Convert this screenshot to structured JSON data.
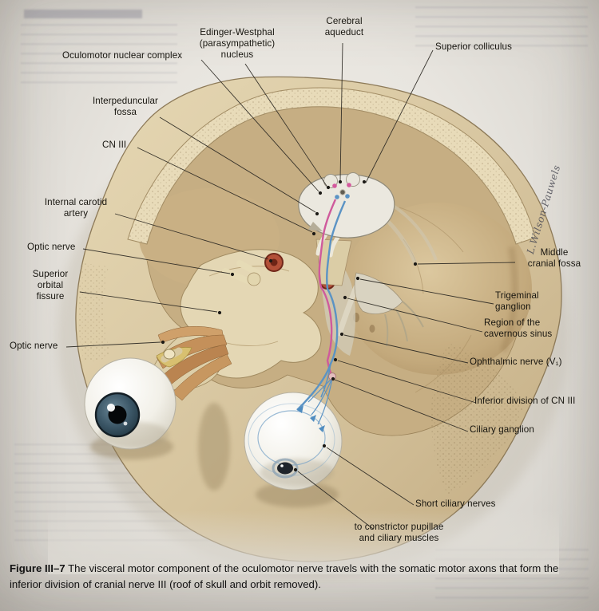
{
  "figure": {
    "caption_label": "Figure III–7",
    "caption_body": "The visceral motor component of the oculomotor nerve travels with the somatic motor axons that form the inferior division of cranial nerve III (roof of skull and orbit removed).",
    "signature": "L.Wilson-Pauwels"
  },
  "labels": {
    "cerebral_aqueduct": "Cerebral\naqueduct",
    "edinger_westphal": "Edinger-Westphal\n(parasympathetic)\nnucleus",
    "superior_colliculus": "Superior colliculus",
    "oculomotor_nuclear_complex": "Oculomotor nuclear complex",
    "interpeduncular_fossa": "Interpeduncular\nfossa",
    "cn_iii": "CN III",
    "internal_carotid_artery": "Internal carotid\nartery",
    "optic_nerve_upper": "Optic nerve",
    "superior_orbital_fissure": "Superior\norbital\nfissure",
    "optic_nerve_lower": "Optic nerve",
    "middle_cranial_fossa": "Middle\ncranial fossa",
    "trigeminal_ganglion": "Trigeminal\nganglion",
    "region_cavernous_sinus": "Region of the\ncavernous sinus",
    "ophthalmic_nerve": "Ophthalmic nerve (V₁)",
    "inferior_division_cn_iii": "Inferior division of CN III",
    "ciliary_ganglion": "Ciliary ganglion",
    "short_ciliary_nerves": "Short ciliary nerves",
    "constrictor_pupillae": "to constrictor pupillae\nand ciliary muscles"
  },
  "colors": {
    "bone": "#d6c49e",
    "parasympathetic_nerve": "#cf5a9c",
    "somatic_nerve": "#5b93c4",
    "artery": "#b35038"
  }
}
